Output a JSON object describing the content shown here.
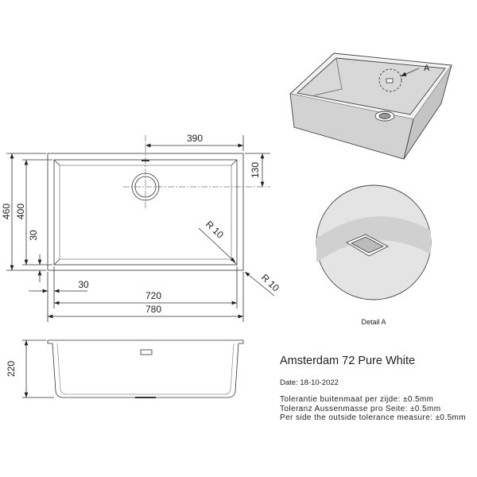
{
  "product": {
    "title": "Amsterdam 72 Pure White",
    "date": "Date: 18-10-2022"
  },
  "tolerances": [
    "Tolerantie buitenmaat per zijde: ±0.5mm",
    "Toleranz Aussenmasse pro Seite: ±0.5mm",
    "Per side the outside tolerance measure: ±0.5mm"
  ],
  "dimensions": {
    "drain_offset": "390",
    "drain_from_top": "130",
    "outer_depth": "460",
    "inner_depth": "400",
    "rim_side": "30",
    "rim_bottom": "30",
    "inner_width": "720",
    "outer_width": "780",
    "inner_radius": "R 10",
    "outer_radius": "R 10",
    "height": "220"
  },
  "detail": {
    "marker": "A",
    "label": "Detail A"
  }
}
